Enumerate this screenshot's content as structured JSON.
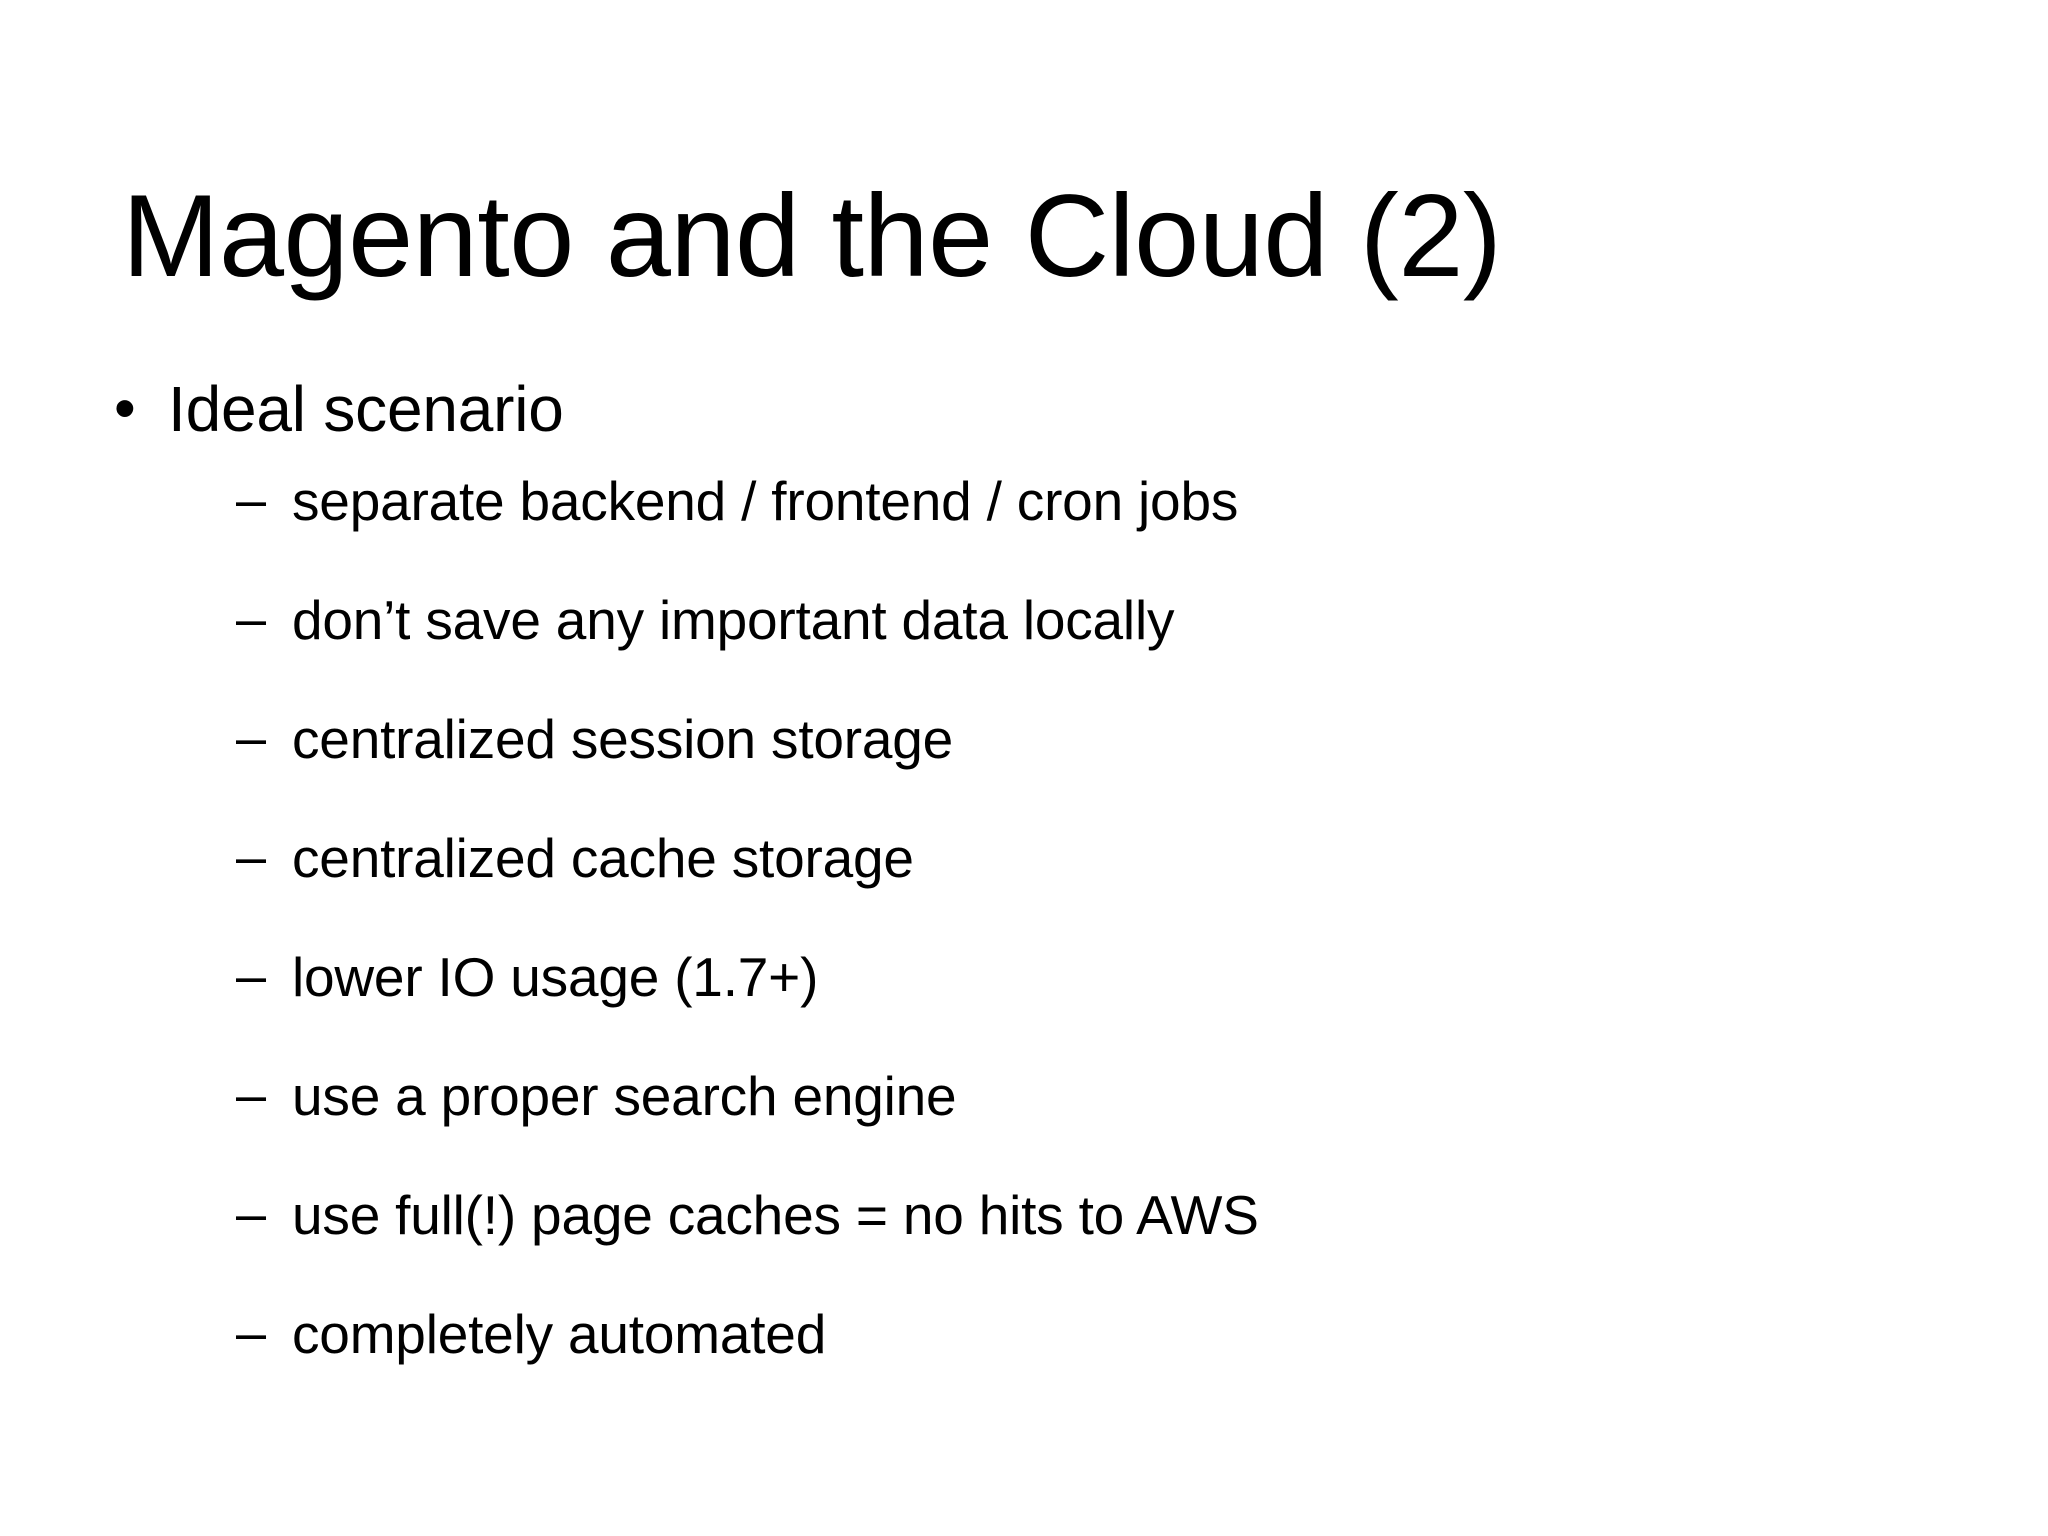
{
  "slide": {
    "title": "Magento and the Cloud (2)",
    "background_color": "#ffffff",
    "text_color": "#000000",
    "bullets": [
      {
        "level": 1,
        "marker": "•",
        "text": "Ideal scenario"
      }
    ],
    "sub_bullets": [
      {
        "level": 2,
        "marker": "–",
        "text": "separate backend / frontend / cron jobs"
      },
      {
        "level": 2,
        "marker": "–",
        "text": "don’t save any important data locally"
      },
      {
        "level": 2,
        "marker": "–",
        "text": "centralized session storage"
      },
      {
        "level": 2,
        "marker": "–",
        "text": "centralized cache storage"
      },
      {
        "level": 2,
        "marker": "–",
        "text": "lower IO usage (1.7+)"
      },
      {
        "level": 2,
        "marker": "–",
        "text": "use a proper search engine"
      },
      {
        "level": 2,
        "marker": "–",
        "text": "use full(!) page caches = no hits to AWS"
      },
      {
        "level": 2,
        "marker": "–",
        "text": "completely automated"
      }
    ]
  }
}
